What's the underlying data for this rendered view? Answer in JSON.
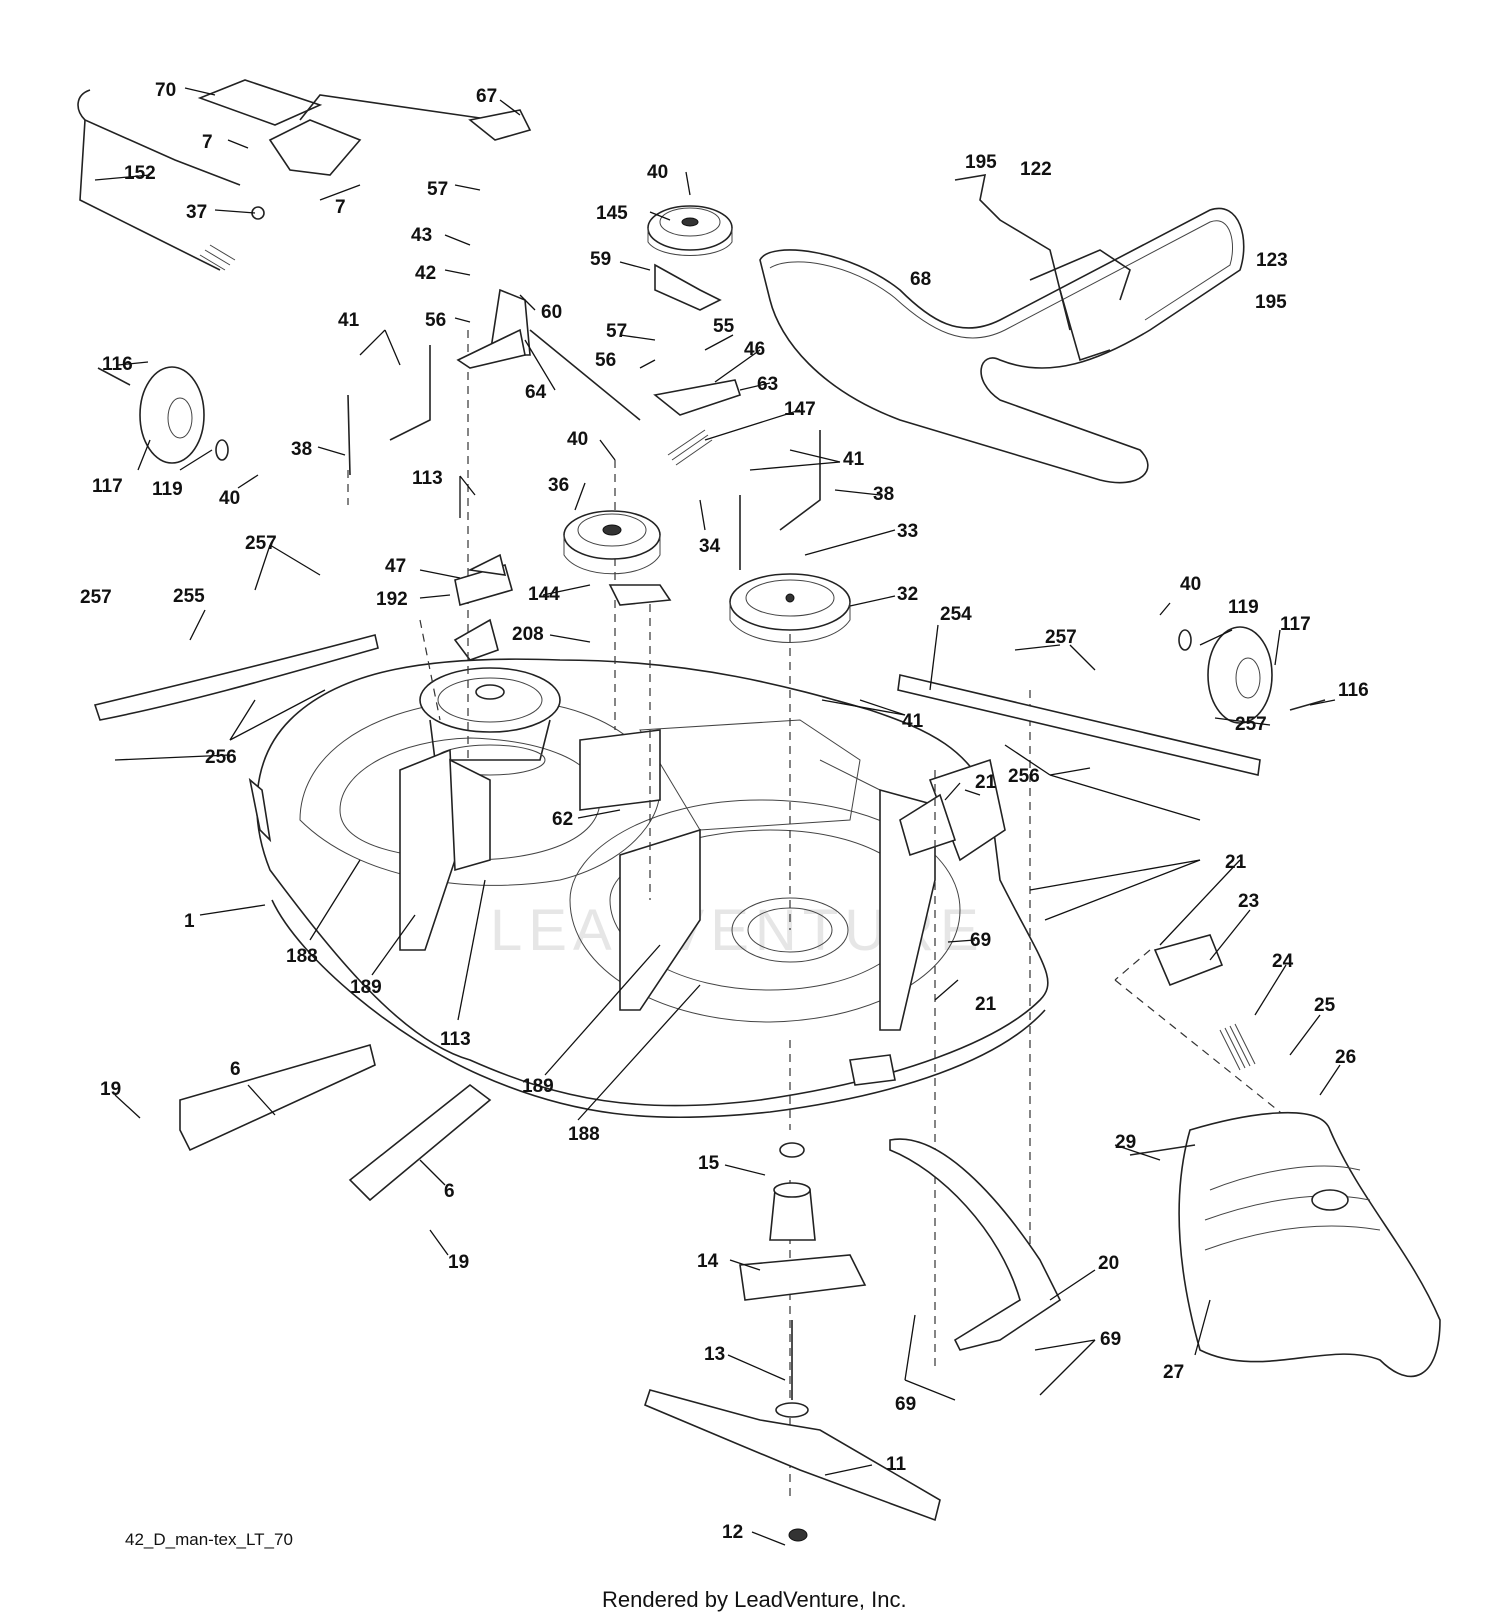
{
  "diagram": {
    "code": "42_D_man-tex_LT_70",
    "rendered_by": "Rendered by LeadVenture, Inc.",
    "watermark": "LEADVENTURE"
  },
  "parts": {
    "p1": "1",
    "p6": "6",
    "p6b": "6",
    "p7": "7",
    "p7b": "7",
    "p11": "11",
    "p12": "12",
    "p13": "13",
    "p14": "14",
    "p15": "15",
    "p19": "19",
    "p19b": "19",
    "p20": "20",
    "p21a": "21",
    "p21b": "21",
    "p21c": "21",
    "p23": "23",
    "p24": "24",
    "p25": "25",
    "p26": "26",
    "p27": "27",
    "p29": "29",
    "p32": "32",
    "p33": "33",
    "p34": "34",
    "p36": "36",
    "p37": "37",
    "p38a": "38",
    "p38b": "38",
    "p40a": "40",
    "p40b": "40",
    "p40c": "40",
    "p40d": "40",
    "p41a": "41",
    "p41b": "41",
    "p41c": "41",
    "p42": "42",
    "p43": "43",
    "p46": "46",
    "p47": "47",
    "p55": "55",
    "p56a": "56",
    "p56b": "56",
    "p57a": "57",
    "p57b": "57",
    "p59": "59",
    "p60": "60",
    "p62": "62",
    "p63": "63",
    "p64": "64",
    "p67": "67",
    "p68": "68",
    "p69a": "69",
    "p69b": "69",
    "p69c": "69",
    "p70": "70",
    "p113a": "113",
    "p113b": "113",
    "p116a": "116",
    "p116b": "116",
    "p117a": "117",
    "p117b": "117",
    "p119a": "119",
    "p119b": "119",
    "p122": "122",
    "p123": "123",
    "p144": "144",
    "p145": "145",
    "p147": "147",
    "p152": "152",
    "p188a": "188",
    "p188b": "188",
    "p189a": "189",
    "p189b": "189",
    "p192": "192",
    "p195a": "195",
    "p195b": "195",
    "p208": "208",
    "p254": "254",
    "p255": "255",
    "p256a": "256",
    "p256b": "256",
    "p257a": "257",
    "p257b": "257",
    "p257c": "257",
    "p257d": "257"
  }
}
